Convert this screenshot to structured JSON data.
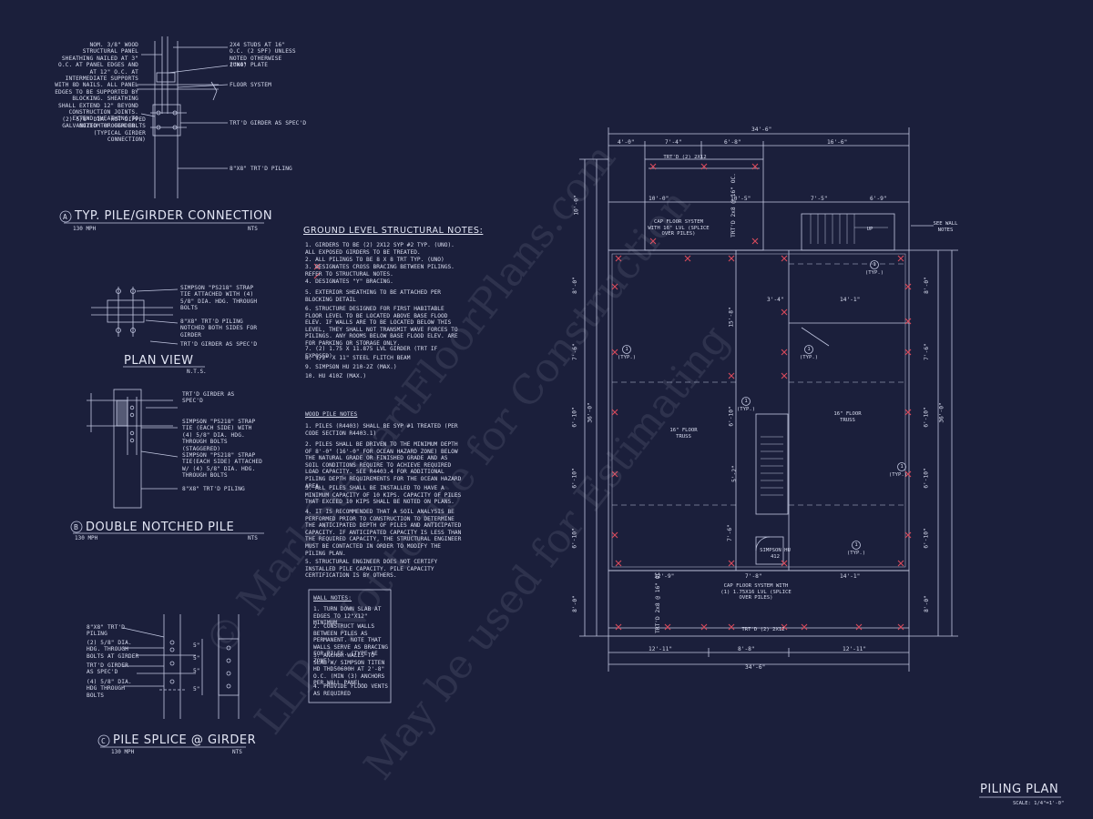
{
  "watermark": {
    "line1": "© MarkStewartFloorPlans.com",
    "line2": "LLP - Not to use for Construction",
    "line3": "May be used for Estimating"
  },
  "detailA": {
    "title": "A TYP. PILE/GIRDER CONNECTION",
    "letter": "A",
    "name": "TYP. PILE/GIRDER CONNECTION",
    "sub": "130 MPH",
    "nts": "NTS",
    "note_sheathing": "NOM. 3/8\" WOOD STRUCTURAL PANEL SHEATHING NAILED AT 3\" O.C. AT PANEL EDGES AND AT 12\" O.C. AT INTERMEDIATE SUPPORTS WITH 8d NAILS. ALL PANEL EDGES TO BE SUPPORTED BY BLOCKING. SHEATHING SHALL EXTEND 12\" BEYOND CONSTRUCTION JOINTS. EXTEND SHEATHING TO BOTTOM OF GIRDER.",
    "note_bolts": "(2) 5/8\" DIA. HOT DIPPED GALVANIZED THROUGH BOLTS (TYPICAL GIRDER CONNECTION)",
    "note_studs": "2x4 STUDS AT 16\" O.C. (2 SPF) UNLESS NOTED OTHERWISE (UNO)",
    "note_plate": "2\"x4\" PLATE",
    "note_floor": "FLOOR SYSTEM",
    "note_girder": "TRT'D GIRDER AS SPEC'D",
    "note_piling": "8\"x8\" TRT'D PILING"
  },
  "planView": {
    "title": "PLAN VIEW",
    "nts": "N.T.S.",
    "note_strap": "SIMPSON \"PS218\" STRAP TIE ATTACHED WITH (4) 5/8\" DIA. HDG. THROUGH BOLTS",
    "note_piling": "8\"x8\" TRT'D PILING NOTCHED BOTH SIDES FOR GIRDER",
    "note_girder": "TRT'D GIRDER AS SPEC'D"
  },
  "detailB": {
    "letter": "B",
    "name": "DOUBLE NOTCHED PILE",
    "sub": "130 MPH",
    "nts": "NTS",
    "note_girder": "TRT'D GIRDER AS SPEC'D",
    "note_strap1": "SIMPSON \"PS218\" STRAP TIE (EACH SIDE) WITH (4) 5/8\" DIA. HDG. THROUGH BOLTS (STAGGERED)",
    "note_strap2": "SIMPSON \"PS218\" STRAP TIE(EACH SIDE) ATTACHED w/ (4) 5/8\" DIA. HDG. THROUGH BOLTS",
    "note_piling": "8\"x8\" TRT'D PILING"
  },
  "detailC": {
    "letter": "C",
    "name": "PILE SPLICE @ GIRDER",
    "sub": "130 MPH",
    "nts": "NTS",
    "note_piling": "8\"x8\" TRT'D PILING",
    "note_bolts": "(2) 5/8\" DIA. HDG. THROUGH BOLTS AT GIRDER",
    "note_girder": "TRT'D GIRDER AS SPEC'D",
    "note_bolts2": "(4) 5/8\" DIA. HDG THROUGH BOLTS",
    "dims": [
      "5\"",
      "5\"",
      "5\"",
      "5\""
    ]
  },
  "groundNotes": {
    "title": "GROUND LEVEL STRUCTURAL NOTES:",
    "items": [
      "1. GIRDERS TO BE (2) 2x12 SYP #2 TYP. (UNO). ALL EXPOSED GIRDERS TO BE TREATED.",
      "2. ALL PILINGS TO BE 8 x 8 TRT TYP. (UNO)",
      "3. DESIGNATES CROSS BRACING BETWEEN PILINGS. REFER TO STRUCTURAL NOTES.",
      "4. DESIGNATES \"Y\" BRACING.",
      "5. EXTERIOR SHEATHING TO BE ATTACHED PER BLOCKING DETAIL",
      "6. STRUCTURE DESIGNED FOR FIRST HABITABLE FLOOR LEVEL TO BE LOCATED ABOVE BASE FLOOD ELEV. IF WALLS ARE TO BE LOCATED BELOW THIS LEVEL, THEY SHALL NOT TRANSMIT WAVE FORCES TO PILINGS. ANY ROOMS BELOW BASE FLOOD ELEV. ARE FOR PARKING OR STORAGE ONLY.",
      "7. (2) 1.75 X 11.875 LVL GIRDER (TRT IF EXPOSED)",
      "8. 1/2\" X 11\" STEEL FLITCH BEAM",
      "9. SIMPSON HU 210-2Z (MAX.)",
      "10. HU 410Z (MAX.)"
    ]
  },
  "woodPile": {
    "title": "WOOD PILE NOTES",
    "items": [
      "1. PILES (R4403) SHALL BE SYP #1 TREATED (PER CODE SECTION R4403.1)",
      "2. PILES SHALL BE DRIVEN TO THE MINIMUM DEPTH OF 8'-0\" (16'-0\" FOR OCEAN HAZARD ZONE) BELOW THE NATURAL GRADE OR FINISHED GRADE AND AS SOIL CONDITIONS REQUIRE TO ACHIEVE REQUIRED LOAD CAPACITY. SEE R4403.4 FOR ADDITIONAL PILING DEPTH REQUIREMENTS FOR THE OCEAN HAZARD AREA.",
      "3. ALL PILES SHALL BE INSTALLED TO HAVE A MINIMUM CAPACITY OF 10 KIPS. CAPACITY OF PILES THAT EXCEED 10 KIPS SHALL BE NOTED ON PLANS.",
      "4. IT IS RECOMMENDED THAT A SOIL ANALYSIS BE PERFORMED PRIOR TO CONSTRUCTION TO DETERMINE THE ANTICIPATED DEPTH OF PILES AND ANTICIPATED CAPACITY. IF ANTICIPATED CAPACITY IS LESS THAN THE REQUIRED CAPACITY, THE STRUCTURAL ENGINEER MUST BE CONTACTED IN ORDER TO MODIFY THE PILING PLAN.",
      "5. STRUCTURAL ENGINEER DOES NOT CERTIFY INSTALLED PILE CAPACITY. PILE CAPACITY CERTIFICATION IS BY OTHERS."
    ]
  },
  "wallNotes": {
    "title": "WALL NOTES:",
    "items": [
      "1. TURN DOWN SLAB AT EDGES TO 12\"x12\" MINIMUM",
      "2. CONSTRUCT WALLS BETWEEN PILES AS PERMANENT. NOTE THAT WALLS SERVE AS BRACING FOR PILES. (TYPE AE ZONE)",
      "3. ANCHOR WALLS TO SLAB W/ SIMPSON TITEN HD THD50600H AT 2'-8\" O.C. (MIN (3) ANCHORS PER WALL PANEL.",
      "4. PROVIDE FLOOD VENTS AS REQUIRED"
    ]
  },
  "plan": {
    "title": "PILING PLAN",
    "scale": "SCALE: 1/4\"=1'-0\"",
    "top_overall": "34'-6\"",
    "top_dims": [
      "4'-0\"",
      "7'-4\"",
      "6'-8\"",
      "16'-6\""
    ],
    "second_dims": [
      "10'-0\"",
      "10'-5\"",
      "7'-5\"",
      "6'-9\""
    ],
    "bottom_dims": [
      "12'-11\"",
      "8'-8\"",
      "12'-11\""
    ],
    "bottom_overall": "34'-6\"",
    "left_dims": [
      "10'-0\"",
      "8'-0\"",
      "7'-6\"",
      "6'-10\"",
      "6'-10\"",
      "6'-10\"",
      "8'-0\""
    ],
    "left_overall": "36'-0\"",
    "right_dims": [
      "8'-0\"",
      "7'-6\"",
      "6'-10\"",
      "6'-10\"",
      "6'-10\"",
      "8'-0\""
    ],
    "right_overall": "36'-0\"",
    "inner_dims": [
      "3'-4\"",
      "14'-1\"",
      "15'-8\"",
      "6'-10\"",
      "12'-9\"",
      "7'-8\"",
      "14'-1\"",
      "7'-6\"",
      "5'-2\""
    ],
    "girder_top": "TRT'D (2) 2x12",
    "girder_bottom": "TRT'D (2) 2x12",
    "cap_top": "CAP FLOOR SYSTEM WITH 16\" LVL (SPLICE OVER PILES)",
    "cap_bottom": "CAP FLOOR SYSTEM WITH (1) 1.75x16 LVL (SPLICE OVER PILES)",
    "truss_left": "16\" FLOOR TRUSS",
    "truss_right": "16\" FLOOR TRUSS",
    "see_wall": "SEE WALL NOTES",
    "up": "UP",
    "simpson": "SIMPSON HU 412",
    "joist_v1": "TRT'D 2x8 @ 16\" OC.",
    "joist_v2": "TRT'D 2x8 @ 16\" OC.",
    "tag_num": "1",
    "tag_text": "(TYP.)"
  }
}
